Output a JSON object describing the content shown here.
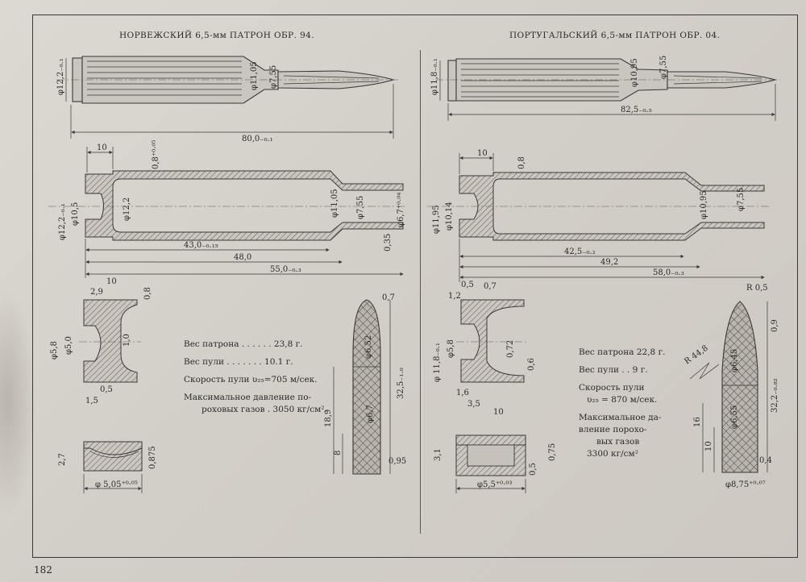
{
  "page_number": "182",
  "left": {
    "title": "НОРВЕЖСКИЙ 6,5-мм ПАТРОН ОБР. 94.",
    "specs": {
      "cartridge_weight": "Вес патрона . . . . . . 23,8 г.",
      "bullet_weight": "Вес пули . . . . . . . 10.1 г.",
      "velocity": "Скорость пули υ₂₅=705 м/сек.",
      "pressure_1": "Максимальное давление по-",
      "pressure_2": "роховых газов . 3050 кг/см²."
    },
    "dims": {
      "d_rim": "φ12,2₋₀.₁",
      "d_shoulder": "φ11,05",
      "d_neck": "φ7,55",
      "len_total": "80,0₋₀.₁",
      "top_10": "10",
      "top_08": "0,8⁺⁰·⁰⁵",
      "s_d122": "φ12,2",
      "s_d105": "φ10,5",
      "s_d122b": "φ12,2₋₀.₁",
      "s_d1105": "φ11,05",
      "s_d755": "φ7,55",
      "s_d67": "φ6,7⁺⁰·⁰⁴",
      "s_035": "0,35",
      "len_43": "43,0₋₀.₁₅",
      "len_48": "48,0",
      "len_55": "55,0₋₀.₃",
      "b_29": "2,9",
      "b_10": "10",
      "b_08": "0,8",
      "b_58": "φ5,8",
      "b_50": "φ5,0",
      "b_10b": "1,0",
      "b_15": "1,5",
      "b_05": "0,5",
      "p_27": "2,7",
      "p_075": "0,875",
      "p_505": "φ 5,05⁺⁰·⁰⁵",
      "bl_652": "φ6,52",
      "bl_67": "φ6,7",
      "bl_325": "32,5₋₁.₀",
      "bl_189": "18,9",
      "bl_8": "8",
      "bl_095": "0,95",
      "bl_07": "0,7"
    }
  },
  "right": {
    "title": "ПОРТУГАЛЬСКИЙ 6,5-мм ПАТРОН ОБР. 04.",
    "specs": {
      "cartridge_weight": "Вес патрона 22,8 г.",
      "bullet_weight": "Вес пули . . 9 г.",
      "velocity_1": "Скорость пули",
      "velocity_2": "υ₂₅ = 870 м/сек.",
      "pressure_1": "Максимальное да-",
      "pressure_2": "вление порохо-",
      "pressure_3": "вых газов",
      "pressure_4": "3300 кг/см²"
    },
    "dims": {
      "d_rim": "φ11,8₋₀.₁",
      "d_shoulder": "φ10,95",
      "d_neck": "φ7,55",
      "len_total": "82,5₋₀.₅",
      "top_10": "10",
      "top_08": "0,8",
      "s_d1195": "φ11,95",
      "s_d1014": "φ10,14",
      "s_d1095": "φ10,95",
      "s_d75": "φ7,55",
      "len_425": "42,5₋₀.₂",
      "len_492": "49,2",
      "len_58": "58,0₋₀.₃",
      "b_05": "0,5",
      "b_07": "0,7",
      "b_12": "1,2",
      "b_118": "φ 11,8₋₀.₁",
      "b_58": "φ5,8",
      "b_072": "0,72",
      "b_06": "0,6",
      "b_16": "1,6",
      "b_35": "3,5",
      "b_10": "10",
      "p_31": "3,1",
      "p_05": "0,5",
      "p_075": "0,75",
      "p_55": "φ5,5⁺⁰·⁰³",
      "bl_r05": "R 0,5",
      "bl_448": "R 44,8",
      "bl_645": "φ6,45",
      "bl_655": "φ6,55",
      "bl_09": "0,9",
      "bl_322": "32,2₋₀.₈₂",
      "bl_16": "16",
      "bl_10": "10",
      "bl_04": "0,4",
      "bl_875": "φ8,75⁺⁰·⁰⁷"
    }
  }
}
